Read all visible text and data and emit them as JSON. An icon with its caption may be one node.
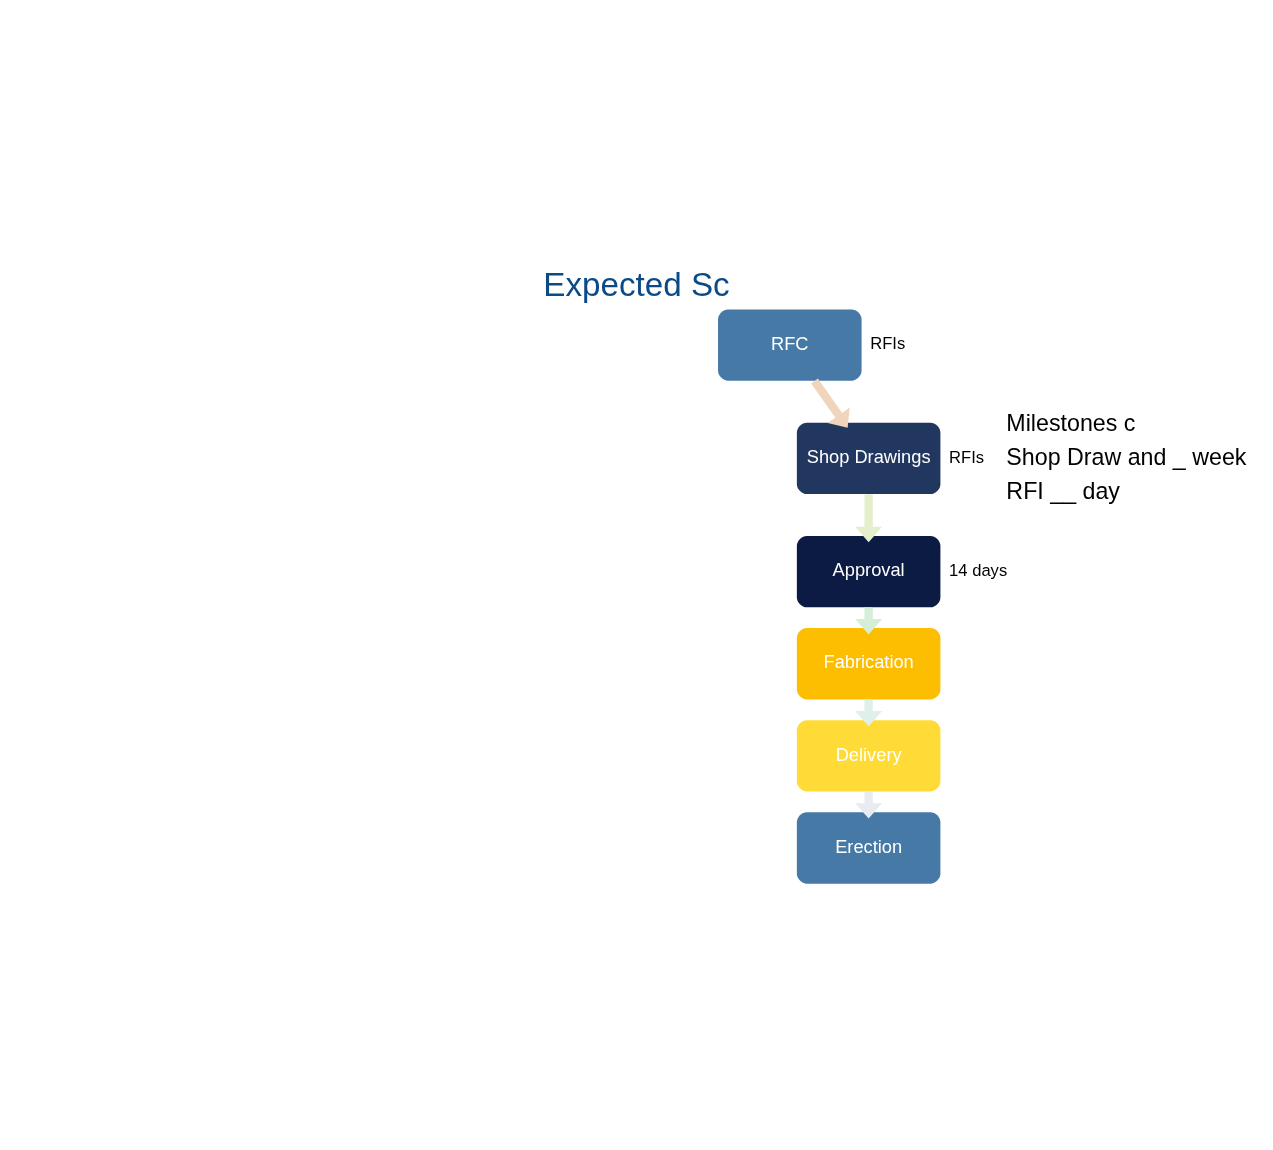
{
  "diagram": {
    "title": "Expected Sc",
    "nodes": [
      {
        "text": [
          "RFC"
        ],
        "beside": [
          "RFIs"
        ]
      },
      {
        "text": [
          "Shop Drawings"
        ],
        "beside": [
          "RFIs"
        ]
      },
      {
        "text": [
          "Approval"
        ],
        "beside": [
          "14 days"
        ]
      },
      {
        "text": [
          "Fabrication"
        ]
      },
      {
        "text": [
          "Delivery"
        ]
      },
      {
        "text": [
          "Erection"
        ]
      }
    ],
    "edges": [
      {
        "from": 0,
        "to": 1,
        "arrow": "to",
        "color": "#f0d5bc"
      },
      {
        "from": 1,
        "to": 2,
        "arrow": "to",
        "color": "#e6efcc"
      },
      {
        "from": 2,
        "to": 3,
        "arrow": "to",
        "color": "#d5eed8"
      },
      {
        "from": 3,
        "to": 4,
        "arrow": "to",
        "color": "#dfefea"
      },
      {
        "from": 4,
        "to": 5,
        "arrow": "to",
        "color": "#e8ebf0"
      }
    ],
    "labels": [
      "Milestones c",
      "Shop Draw and _ week",
      "RFI __ day"
    ]
  }
}
